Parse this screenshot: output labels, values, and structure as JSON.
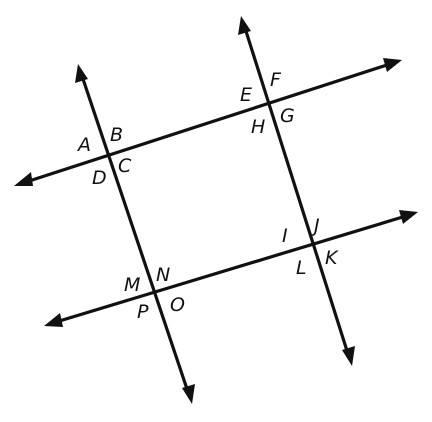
{
  "labels": {
    "A": "A",
    "B": "B",
    "C": "C",
    "D": "D",
    "E": "E",
    "F": "F",
    "G": "G",
    "H": "H",
    "I": "I",
    "J": "J",
    "K": "K",
    "L": "L",
    "M": "M",
    "N": "N",
    "O": "O",
    "P": "P"
  },
  "colors": {
    "ink": "#111111",
    "background": "#ffffff"
  }
}
